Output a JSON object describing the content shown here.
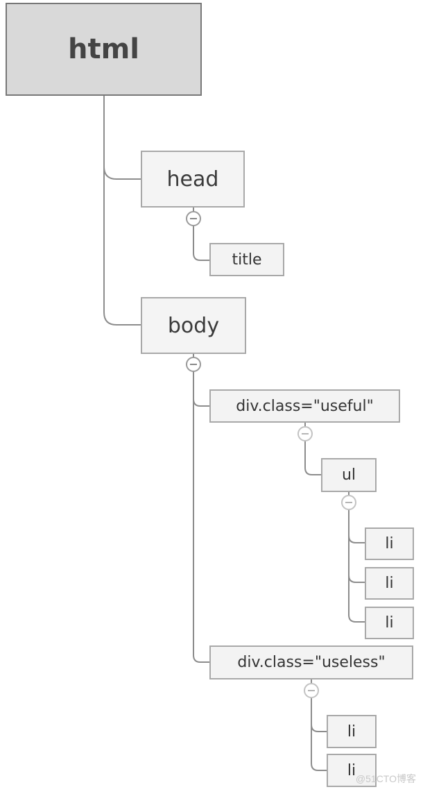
{
  "tree": {
    "root": "html",
    "head": "head",
    "title": "title",
    "body": "body",
    "div_useful": "div.class=\"useful\"",
    "ul": "ul",
    "ul_items": [
      "li",
      "li",
      "li"
    ],
    "div_useless": "div.class=\"useless\"",
    "useless_items": [
      "li",
      "li"
    ]
  },
  "connector_color": "#8c8c8c",
  "collapse_icon": "minus-circle-icon",
  "watermark": "@51CTO博客"
}
